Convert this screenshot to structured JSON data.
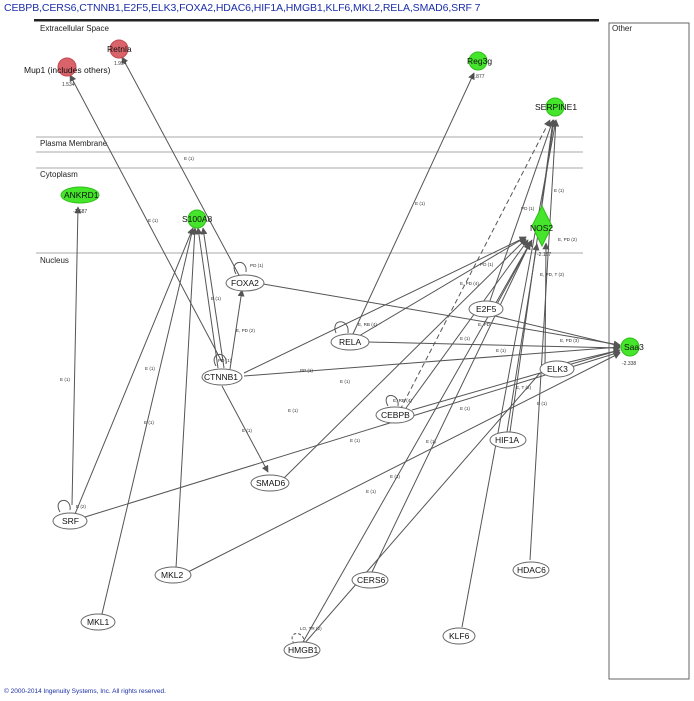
{
  "title": "CEBPB,CERS6,CTNNB1,E2F5,ELK3,FOXA2,HDAC6,HIF1A,HMGB1,KLF6,MKL2,RELA,SMAD6,SRF 7",
  "copyright": "© 2000-2014 Ingenuity Systems, Inc. All rights reserved.",
  "regions": {
    "extracellular": "Extracellular Space",
    "plasma_membrane": "Plasma Membrane",
    "cytoplasm": "Cytoplasm",
    "nucleus": "Nucleus",
    "other": "Other"
  },
  "colors": {
    "up": "#d9636a",
    "down": "#44e52a",
    "neutral": "#ffffff",
    "edge": "#555555",
    "text_blue": "#1c2fa8"
  },
  "nodes": {
    "mup1": {
      "label": "Mup1 (includes others)",
      "value": "1.534",
      "state": "up"
    },
    "retnla": {
      "label": "Retnla",
      "value": "1.954",
      "state": "up"
    },
    "reg3g": {
      "label": "Reg3g",
      "value": "2.877",
      "state": "down"
    },
    "serpine1": {
      "label": "SERPINE1",
      "value": "",
      "state": "down"
    },
    "ankrd1": {
      "label": "ANKRD1",
      "value": "-2.687",
      "state": "down"
    },
    "s100a8": {
      "label": "S100A8",
      "value": "",
      "state": "down"
    },
    "nos2": {
      "label": "NOS2",
      "value": "-2.167",
      "state": "down"
    },
    "saa3": {
      "label": "Saa3",
      "value": "-2.338",
      "state": "down"
    },
    "foxa2": {
      "label": "FOXA2"
    },
    "rela": {
      "label": "RELA"
    },
    "e2f5": {
      "label": "E2F5"
    },
    "ctnnb1": {
      "label": "CTNNB1"
    },
    "elk3": {
      "label": "ELK3"
    },
    "cebpb": {
      "label": "CEBPB"
    },
    "hif1a": {
      "label": "HIF1A"
    },
    "smad6": {
      "label": "SMAD6"
    },
    "srf": {
      "label": "SRF"
    },
    "mkl2": {
      "label": "MKL2"
    },
    "cers6": {
      "label": "CERS6"
    },
    "hdac6": {
      "label": "HDAC6"
    },
    "mkl1": {
      "label": "MKL1"
    },
    "klf6": {
      "label": "KLF6"
    },
    "hmgb1": {
      "label": "HMGB1"
    }
  },
  "edge_labels": {
    "e1": "E (1)",
    "pd1": "PD (1)",
    "epd2": "E, PD (2)",
    "epd4": "E, PD (4)",
    "epd3": "E, PD (3)",
    "pp1": "PP (1)",
    "erb4": "E, RB (4)",
    "epdt2": "E, PD, T (2)",
    "et2": "E, T (2)",
    "eplus": "E, PD",
    "lotr": "LO, TR (2)",
    "e2": "E (2)"
  }
}
